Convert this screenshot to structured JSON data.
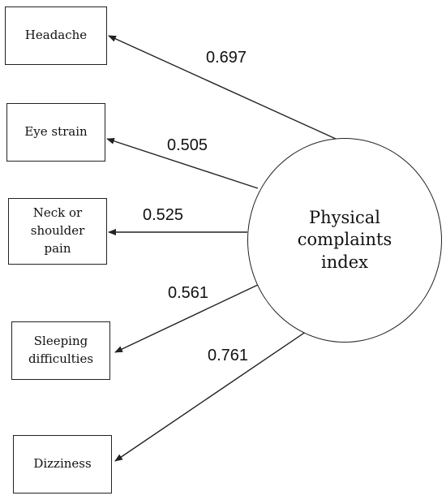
{
  "latent": {
    "label": "Physical complaints index"
  },
  "indicators": [
    {
      "label": "Headache",
      "loading": "0.697"
    },
    {
      "label": "Eye strain",
      "loading": "0.505"
    },
    {
      "label": "Neck or shoulder pain",
      "loading": "0.525"
    },
    {
      "label": "Sleeping difficulties",
      "loading": "0.561"
    },
    {
      "label": "Dizziness",
      "loading": "0.761"
    }
  ]
}
